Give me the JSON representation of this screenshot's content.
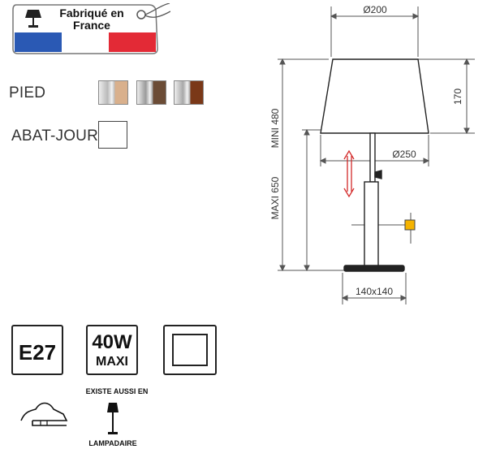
{
  "badge": {
    "line1": "Fabriqué en",
    "line2": "France",
    "flag_colors": [
      "#2a59b4",
      "#ffffff",
      "#e32a36"
    ]
  },
  "finishes": {
    "foot_label": "PIED",
    "shade_label": "ABAT-JOUR",
    "foot_swatches": [
      {
        "name": "chrome / bois clair",
        "left": "#b9b9b9",
        "right": "#d9b08c"
      },
      {
        "name": "chrome / bois foncé",
        "left": "#9a9a9a",
        "right": "#6b4c36"
      },
      {
        "name": "chrome / noyer",
        "left": "#a8a8a8",
        "right": "#7a3818"
      }
    ],
    "shade_swatch": {
      "name": "blanc",
      "color": "#ffffff"
    }
  },
  "specs": {
    "socket": "E27",
    "power_value": "40W",
    "power_note": "MAXI",
    "class_icon": "double-square-icon",
    "also_exists": "EXISTE AUSSI EN",
    "variant_label": "LAMPADAIRE"
  },
  "drawing": {
    "shade_top_dim": "Ø200",
    "shade_bottom_dim": "Ø250",
    "shade_height_dim": "170",
    "height_min_dim": "MINI 480",
    "height_max_dim": "MAXI 650",
    "base_dim": "140x140",
    "accent_arrow_color": "#d32a2a",
    "accent_square_color": "#f5b300"
  }
}
